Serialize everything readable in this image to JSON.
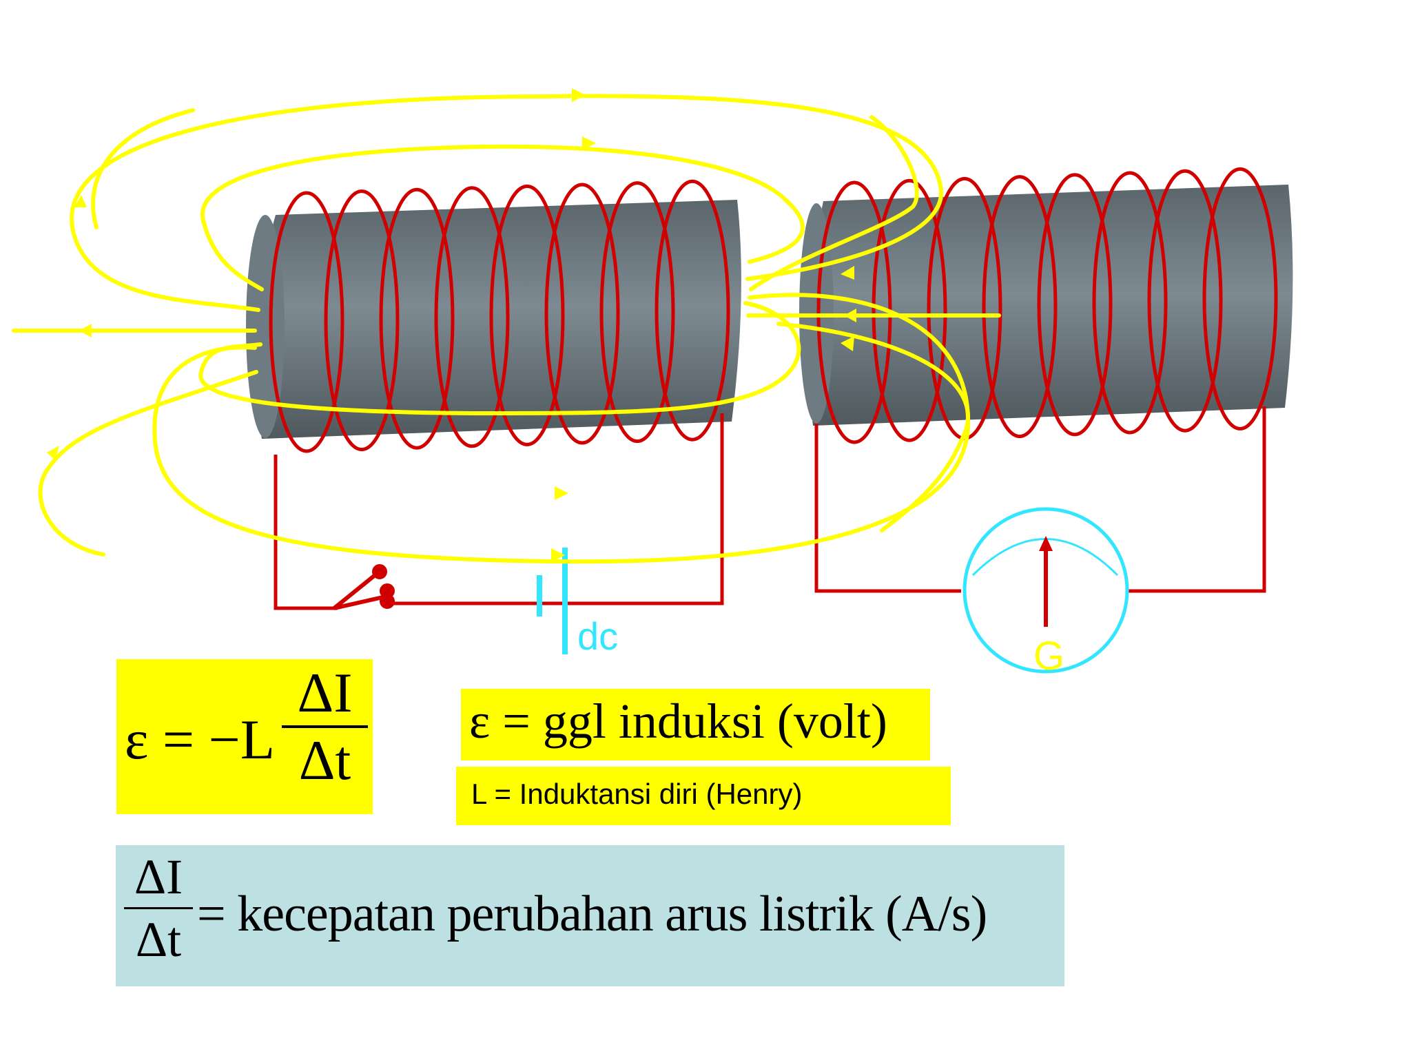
{
  "labels": {
    "battery": "dc",
    "galvanometer": "G"
  },
  "formula": {
    "lhs": "ε = −L",
    "numerator": "ΔI",
    "denominator": "Δt"
  },
  "definitions": {
    "emf": "ε = ggl induksi (volt)",
    "inductance": "L = Induktansi diri (Henry)"
  },
  "rate": {
    "numerator": "ΔI",
    "denominator": "Δt",
    "text": "= kecepatan perubahan arus listrik (A/s)"
  },
  "colors": {
    "field_lines": "#ffff00",
    "coil_wire": "#d10000",
    "core": "#657178",
    "galvanometer": "#33e6ff",
    "rate_box": "#bde0e3"
  }
}
